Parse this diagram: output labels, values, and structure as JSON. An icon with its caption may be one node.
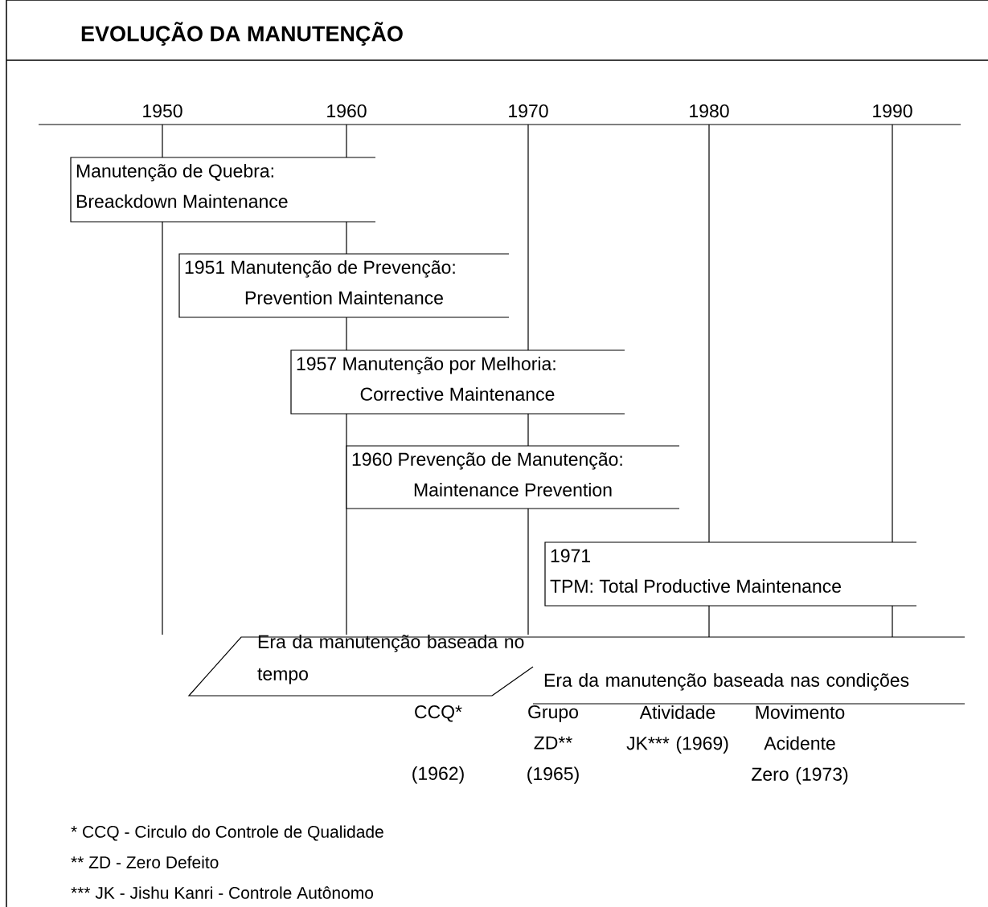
{
  "diagram": {
    "title": "EVOLUÇÃO DA MANUTENÇÃO",
    "nodes": [
      {
        "text": [
          "Manutenção de Quebra:",
          "Breackdown Maintenance"
        ]
      },
      {
        "text": [
          "1951 Manutenção de Prevenção:",
          "Prevention Maintenance"
        ]
      },
      {
        "text": [
          "1957 Manutenção por Melhoria:",
          "Corrective Maintenance"
        ]
      },
      {
        "text": [
          "1960 Prevenção de Manutenção:",
          "Maintenance Prevention"
        ]
      },
      {
        "text": [
          "1971",
          "TPM: Total Productive Maintenance"
        ]
      },
      {
        "text": [
          "Era da manutenção baseada no tempo"
        ]
      },
      {
        "text": [
          "Era da manutenção baseada nas condições"
        ]
      }
    ],
    "edges": [],
    "labels": [
      "1950",
      "1960",
      "1970",
      "1980",
      "1990",
      "CCQ*",
      "Grupo ZD** (1965)",
      "Atividade JK*** (1969)",
      "Movimento Acidente Zero (1973)",
      "(1962)",
      "* CCQ - Circulo do Controle de Qualidade",
      "** ZD - Zero Defeito",
      "*** JK - Jishu Kanri - Controle Autônomo"
    ]
  }
}
